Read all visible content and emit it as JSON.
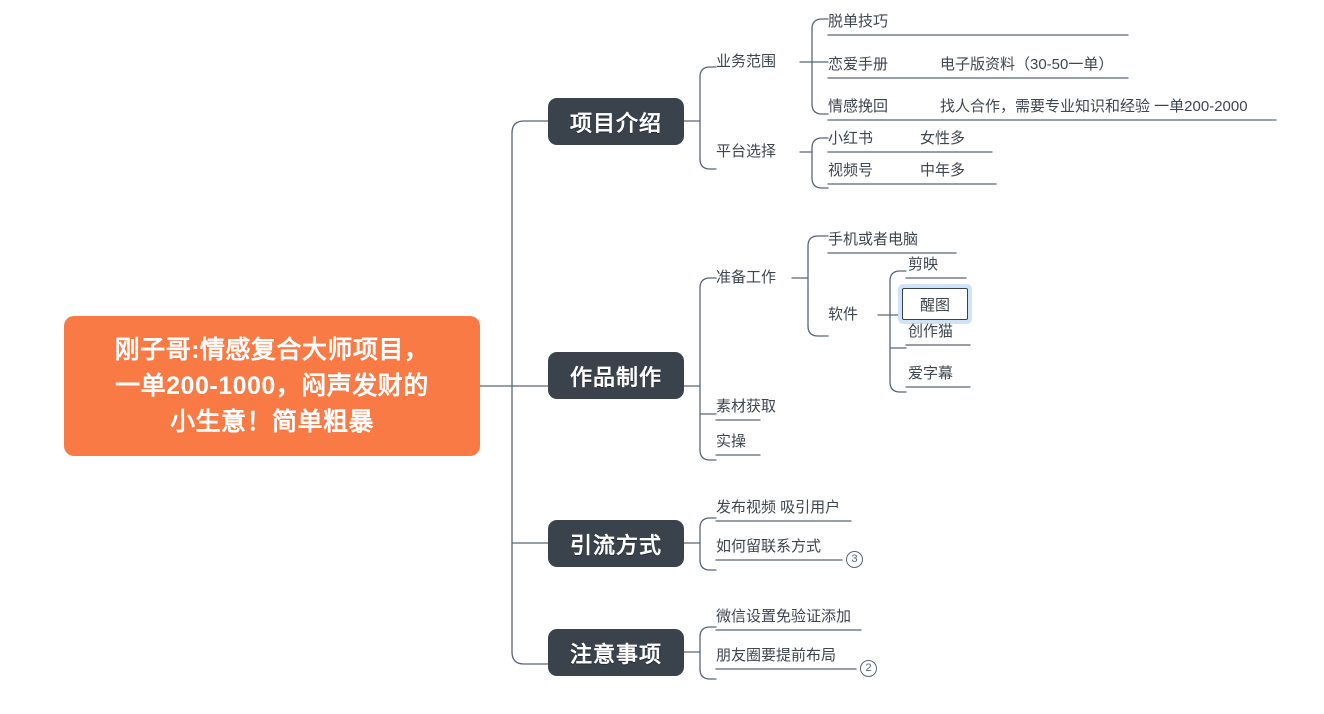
{
  "canvas": {
    "background": "#ffffff",
    "line_color": "#5a6676",
    "root_color": "#F97A45",
    "branch_color": "#3A424C",
    "text_color": "#3f4650",
    "selection_color": "#cfe2f7"
  },
  "root": {
    "label": "刚子哥:情感复合大师项目，\n一单200-1000，闷声发财的\n小生意！简单粗暴"
  },
  "branches": [
    {
      "label": "项目介绍",
      "children": [
        {
          "label": "业务范围",
          "children": [
            {
              "label": "脱单技巧",
              "value": ""
            },
            {
              "label": "恋爱手册",
              "value": "电子版资料（30-50一单）"
            },
            {
              "label": "情感挽回",
              "value": "找人合作，需要专业知识和经验 一单200-2000"
            }
          ]
        },
        {
          "label": "平台选择",
          "children": [
            {
              "label": "小红书",
              "value": "女性多"
            },
            {
              "label": "视频号",
              "value": "中年多"
            }
          ]
        }
      ]
    },
    {
      "label": "作品制作",
      "children": [
        {
          "label": "准备工作",
          "children": [
            {
              "label": "手机或者电脑",
              "value": ""
            },
            {
              "label": "软件",
              "children": [
                {
                  "label": "剪映",
                  "selected": false
                },
                {
                  "label": "醒图",
                  "selected": true
                },
                {
                  "label": "创作猫",
                  "selected": false
                },
                {
                  "label": "爱字幕",
                  "selected": false
                }
              ]
            }
          ]
        },
        {
          "label": "素材获取",
          "children": []
        },
        {
          "label": "实操",
          "children": []
        }
      ]
    },
    {
      "label": "引流方式",
      "children": [
        {
          "label": "发布视频 吸引用户"
        },
        {
          "label": "如何留联系方式",
          "collapsed_count": "3"
        }
      ]
    },
    {
      "label": "注意事项",
      "children": [
        {
          "label": "微信设置免验证添加"
        },
        {
          "label": "朋友圈要提前布局",
          "collapsed_count": "2"
        }
      ]
    }
  ]
}
